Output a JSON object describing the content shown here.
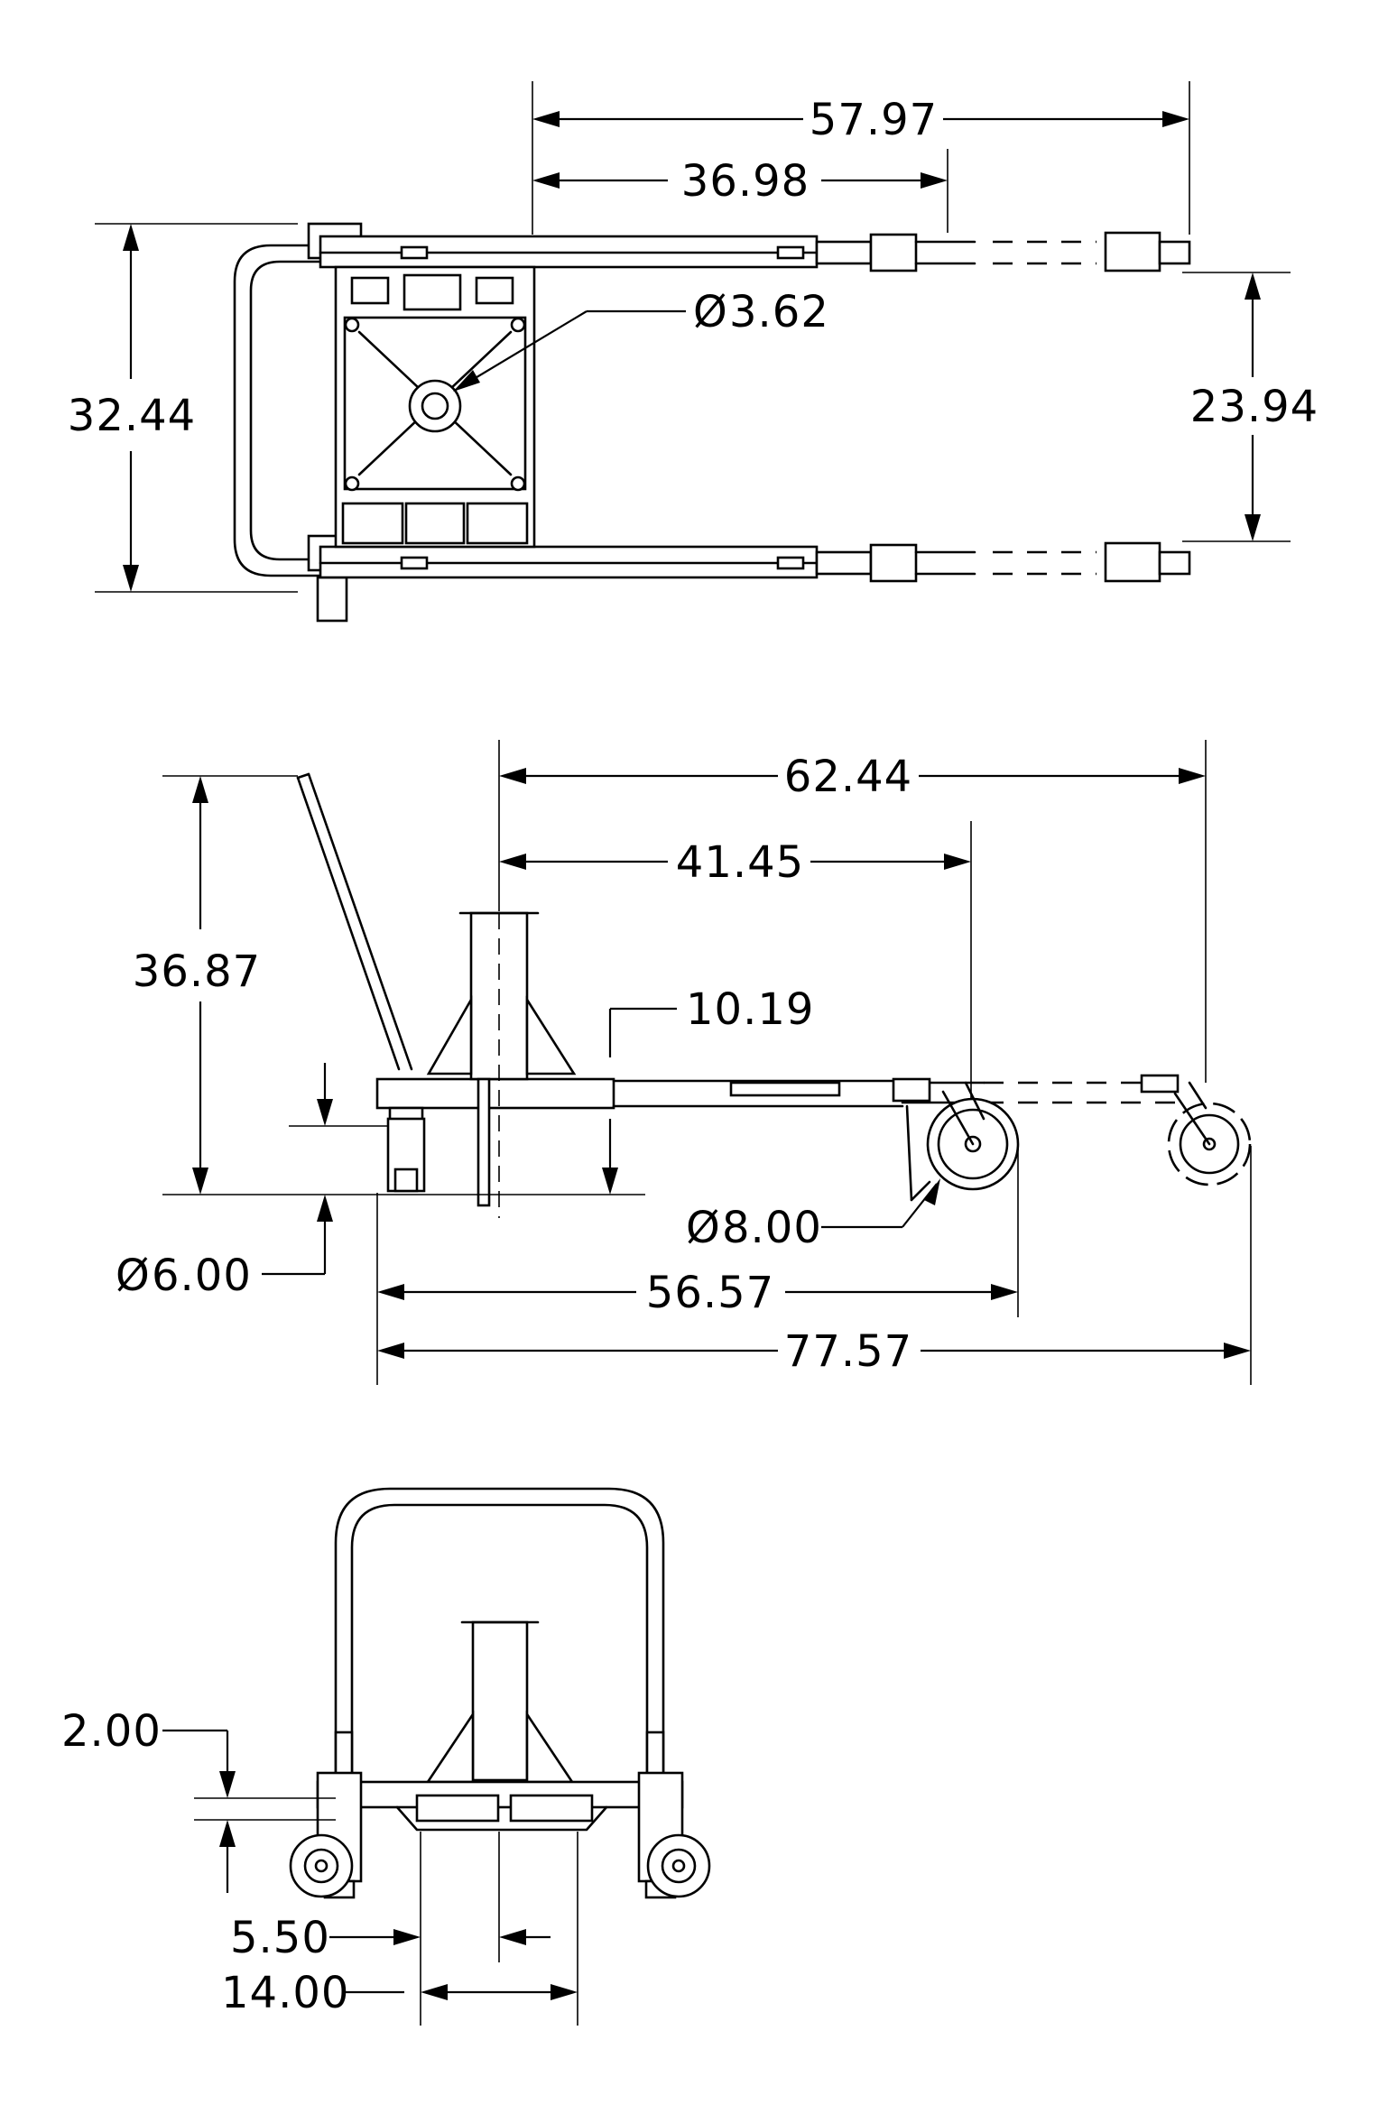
{
  "views": {
    "top": {
      "dimensions": {
        "overall_reach": "57.97",
        "mast_to_caster": "36.98",
        "overall_width": "32.44",
        "caster_spacing": "23.94",
        "mast_diameter": "3.62",
        "diameter_symbol": "Ø"
      }
    },
    "side": {
      "dimensions": {
        "overall_reach": "62.44",
        "mast_to_wheel": "41.45",
        "overall_height": "36.87",
        "deck_height": "10.19",
        "wheel_diameter": "8.00",
        "caster_diameter": "6.00",
        "wheelbase": "56.57",
        "overall_length": "77.57"
      }
    },
    "front": {
      "dimensions": {
        "ground_clearance": "2.00",
        "pad_offset": "5.50",
        "pad_width": "14.00"
      }
    }
  }
}
